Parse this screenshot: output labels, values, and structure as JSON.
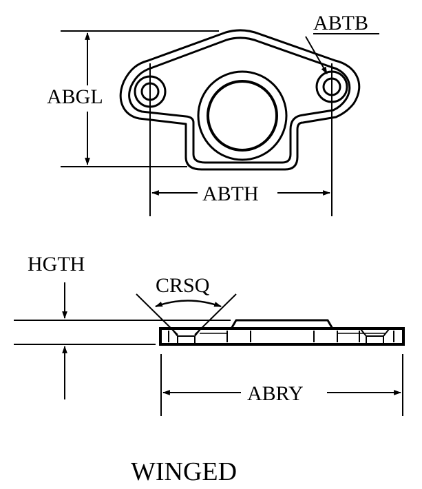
{
  "diagram": {
    "title": "WINGED",
    "colors": {
      "ink": "#000000",
      "background": "#ffffff"
    },
    "top_view": {
      "labels": {
        "height": "ABGL",
        "hole_callout": "ABTB",
        "hole_spacing": "ABTH"
      }
    },
    "side_view": {
      "labels": {
        "thickness": "HGTH",
        "countersink_angle": "CRSQ",
        "overall_length": "ABRY"
      }
    }
  }
}
